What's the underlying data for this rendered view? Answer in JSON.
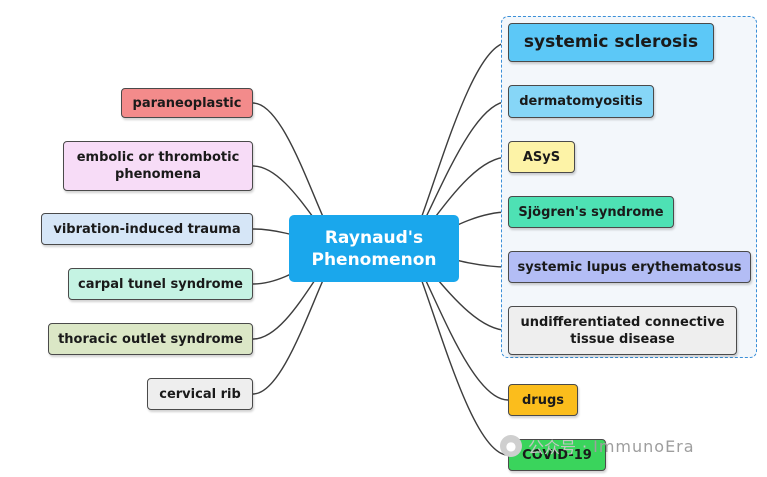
{
  "central": {
    "label_line1": "Raynaud's",
    "label_line2": "Phenomenon",
    "color": "#1aa7ec"
  },
  "left_nodes": [
    {
      "label": "paraneoplastic",
      "color": "#f38b8b"
    },
    {
      "label": "embolic or thrombotic phenomena",
      "color": "#f7dcf7"
    },
    {
      "label": "vibration-induced trauma",
      "color": "#d6e6f7"
    },
    {
      "label": "carpal tunel syndrome",
      "color": "#c5f3e3"
    },
    {
      "label": "thoracic outlet syndrome",
      "color": "#dbe7c6"
    },
    {
      "label": "cervical rib",
      "color": "#eeeeee"
    }
  ],
  "right_nodes": [
    {
      "label": "systemic sclerosis",
      "color": "#5cc8f7"
    },
    {
      "label": "dermatomyositis",
      "color": "#86d6f7"
    },
    {
      "label": "ASyS",
      "color": "#fdf3a7"
    },
    {
      "label": "Sjögren's syndrome",
      "color": "#4ee1b4"
    },
    {
      "label": "systemic lupus erythematosus",
      "color": "#b3bdf5"
    },
    {
      "label": "undifferentiated connective tissue disease",
      "color": "#eeeeee"
    },
    {
      "label": "drugs",
      "color": "#fbbd1c"
    },
    {
      "label": "COVID-19",
      "color": "#3ad45c"
    }
  ],
  "group": {
    "border_color": "#3a8fd8"
  },
  "watermark": {
    "icon": "wechat-icon",
    "text": "公众号",
    "separator": "·",
    "brand": "ImmunoEra"
  }
}
